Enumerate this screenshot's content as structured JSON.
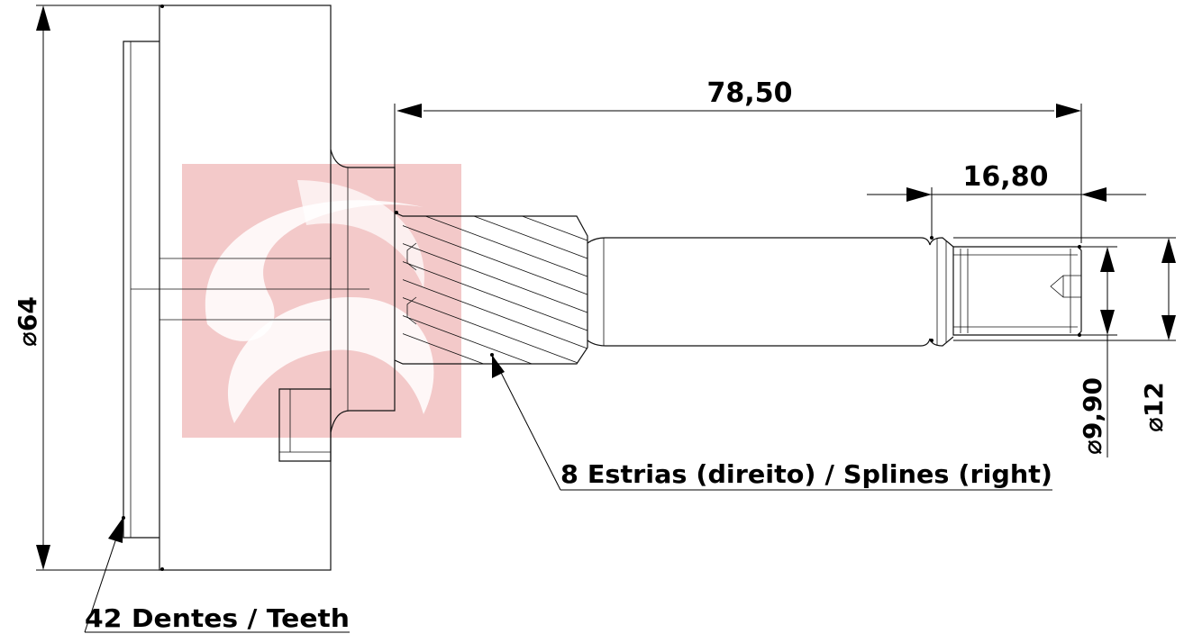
{
  "watermark": {
    "color": "#f3c9c9"
  },
  "dimensions": {
    "outer_diameter": {
      "symbol": "⌀",
      "value": "64"
    },
    "overall_length": {
      "value": "78,50"
    },
    "thread_length": {
      "value": "16,80"
    },
    "inner_diameter": {
      "symbol": "⌀",
      "value": "9,90"
    },
    "shaft_diameter": {
      "symbol": "⌀",
      "value": "12"
    }
  },
  "callouts": {
    "splines": "8 Estrias (direito) / Splines (right)",
    "teeth": "42 Dentes / Teeth"
  }
}
